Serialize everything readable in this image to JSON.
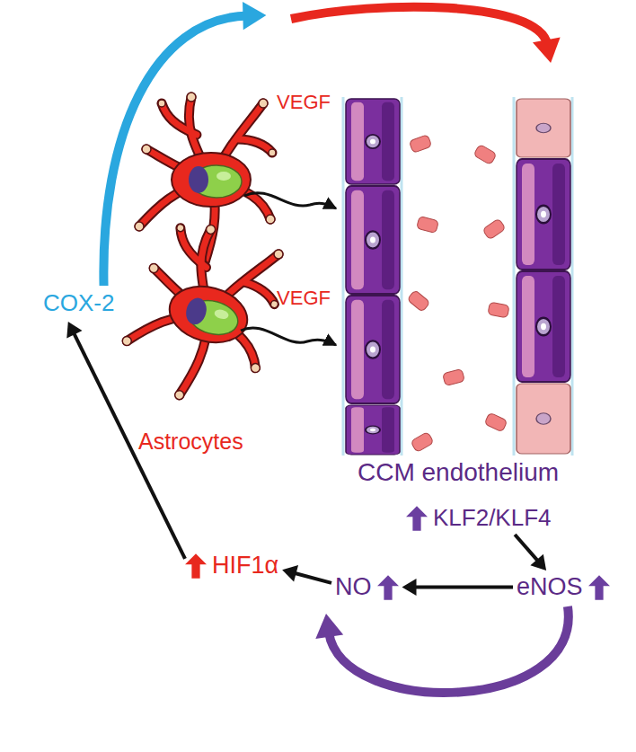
{
  "diagram": {
    "nodes": [
      {
        "text": [
          "COX-2"
        ]
      },
      {
        "text": [
          "VEGF",
          "VEGF",
          "Astrocytes"
        ]
      },
      {
        "text": [
          "CCM endothelium"
        ]
      },
      {
        "text": [
          "KLF2/KLF4"
        ]
      },
      {
        "text": [
          "eNOS"
        ]
      },
      {
        "text": [
          "NO"
        ]
      },
      {
        "text": [
          "HIF1α"
        ]
      }
    ],
    "edges": [
      {
        "from": 6,
        "to": 0,
        "arrow": "to"
      },
      {
        "from": 0,
        "to": 1,
        "arrow": "to"
      },
      {
        "from": 1,
        "to": 2,
        "arrow": "to"
      },
      {
        "from": 3,
        "to": 4,
        "arrow": "to"
      },
      {
        "from": 4,
        "to": 5,
        "arrow": "to"
      },
      {
        "from": 4,
        "to": 5,
        "arrow": "to"
      },
      {
        "from": 5,
        "to": 6,
        "arrow": "to"
      }
    ]
  }
}
